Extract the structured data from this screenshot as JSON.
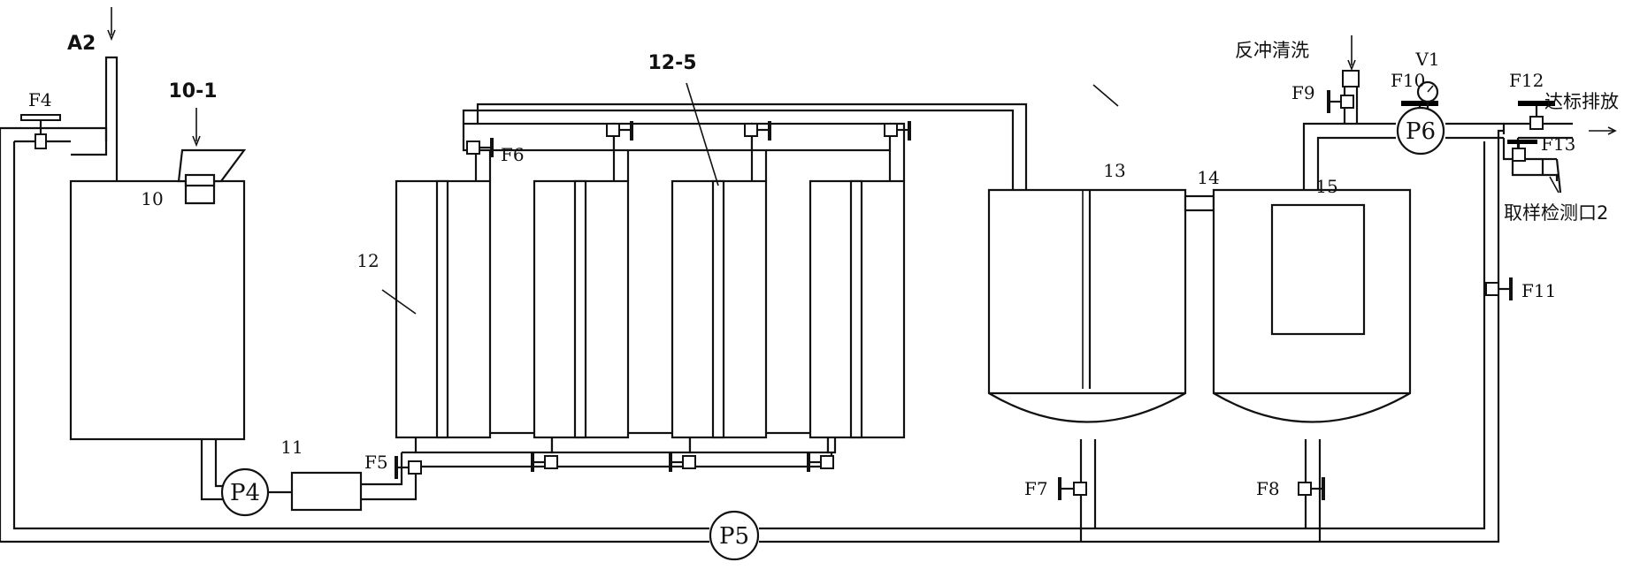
{
  "labels": {
    "a2": "A2",
    "feeder": "10-1",
    "tank10": "10",
    "filter11": "11",
    "reactor12": "12",
    "packing": "12-5",
    "tank13": "13",
    "tank14": "14",
    "module15": "15",
    "backwash": "反冲清洗",
    "discharge": "达标排放",
    "sample": "取样检测口2",
    "gauge": "V1"
  },
  "valves": {
    "f4": "F4",
    "f5": "F5",
    "f6": "F6",
    "f7": "F7",
    "f8": "F8",
    "f9": "F9",
    "f10": "F10",
    "f11": "F11",
    "f12": "F12",
    "f13": "F13"
  },
  "pumps": {
    "p4": "P4",
    "p5": "P5",
    "p6": "P6"
  },
  "colors": {
    "line": "#111111",
    "background": "#ffffff"
  }
}
